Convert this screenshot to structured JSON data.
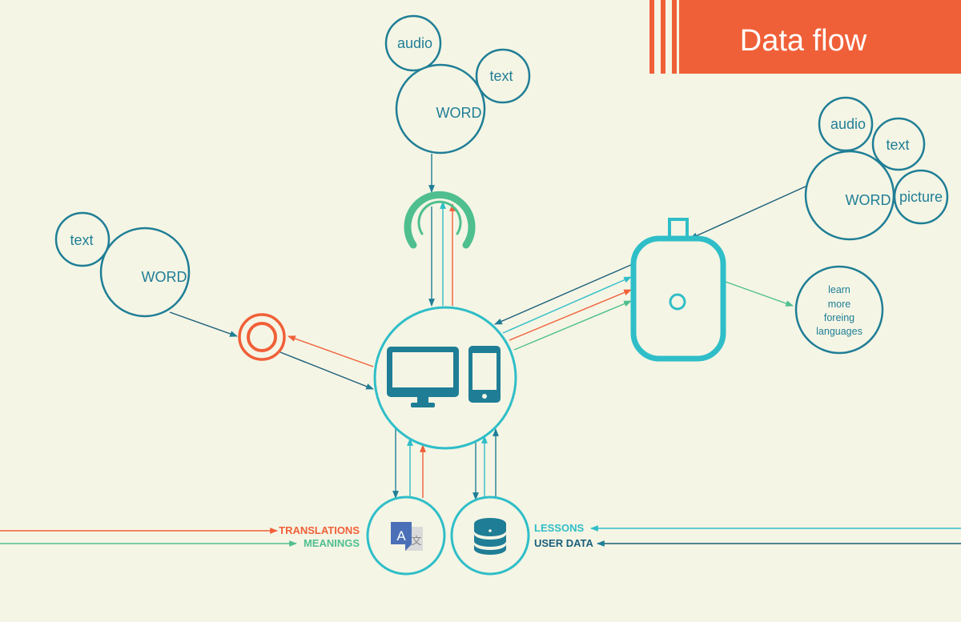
{
  "header": {
    "title": "Data flow",
    "color": "#f06038"
  },
  "colors": {
    "background": "#f5f5e5",
    "teal": "#1f7e96",
    "cyan": "#2fbec8",
    "green": "#4fbf8f",
    "orange": "#f06038",
    "dark_blue": "#1a5f7a"
  },
  "clusters": {
    "top": {
      "audio": "audio",
      "text": "text",
      "word": "WORD"
    },
    "left": {
      "text": "text",
      "word": "WORD"
    },
    "right": {
      "audio": "audio",
      "text": "text",
      "word": "WORD",
      "picture": "picture"
    }
  },
  "goal": {
    "line1": "learn",
    "line2": "more",
    "line3": "foreing",
    "line4": "languages"
  },
  "icons": {
    "center": "desktop-and-phone-icon",
    "top": "headphones-icon",
    "left": "target-icon",
    "right": "tablet-icon",
    "translate": "google-translate-icon",
    "database": "database-icon"
  },
  "flows": {
    "translations": "TRANSLATIONS",
    "meanings": "MEANINGS",
    "lessons": "LESSONS",
    "user_data": "USER DATA"
  }
}
